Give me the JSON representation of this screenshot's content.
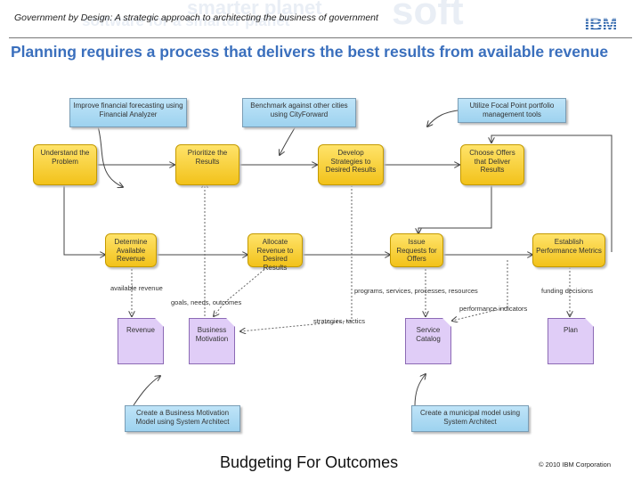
{
  "header": {
    "title": "Government by Design: A strategic approach to architecting the business of government",
    "watermark": [
      "smarter planet",
      "software for a smarter planet",
      "soft"
    ],
    "logo": "IBM"
  },
  "slide": {
    "title": "Planning requires a process that delivers the best results from available revenue"
  },
  "notes": {
    "forecasting": "Improve financial forecasting using Financial Analyzer",
    "benchmark": "Benchmark against other cities using CityForward",
    "focal_point": "Utilize Focal Point portfolio management tools",
    "business_motivation": "Create a Business Motivation Model using System Architect",
    "municipal": "Create a municipal model using System Architect"
  },
  "activities": {
    "understand": "Understand the Problem",
    "prioritize": "Prioritize the Results",
    "develop": "Develop Strategies to Desired Results",
    "choose": "Choose Offers that Deliver Results",
    "determine": "Determine Available Revenue",
    "allocate": "Allocate Revenue to Desired Results",
    "issue": "Issue Requests for Offers",
    "establish": "Establish Performance Metrics"
  },
  "artifacts": {
    "revenue": "Revenue",
    "motivation": "Business Motivation",
    "catalog": "Service Catalog",
    "plan": "Plan"
  },
  "flow_labels": {
    "available_revenue": "available revenue",
    "goals": "goals, needs, outcomes",
    "strategies": "strategies, tactics",
    "programs": "programs, services, processes, resources",
    "funding": "funding decisions",
    "performance": "performance indicators"
  },
  "footer": {
    "title": "Budgeting For Outcomes",
    "copyright": "© 2010 IBM Corporation"
  }
}
